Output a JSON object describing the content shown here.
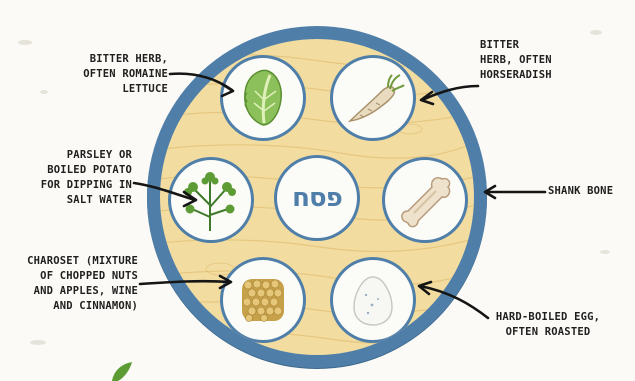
{
  "diagram": {
    "center_label": "פסח",
    "items": [
      {
        "id": "lettuce",
        "label": "BITTER HERB,\nOFTEN ROMAINE\nLETTUCE",
        "icon": "lettuce-icon"
      },
      {
        "id": "horseradish",
        "label": "BITTER\nHERB, OFTEN\nHORSERADISH",
        "icon": "horseradish-icon"
      },
      {
        "id": "parsley",
        "label": "PARSLEY OR\nBOILED POTATO\nFOR DIPPING IN\nSALT WATER",
        "icon": "parsley-icon"
      },
      {
        "id": "shank",
        "label": "SHANK BONE",
        "icon": "shank-bone-icon"
      },
      {
        "id": "charoset",
        "label": "CHAROSET (MIXTURE\nOF CHOPPED NUTS\nAND APPLES, WINE\nAND CINNAMON)",
        "icon": "charoset-icon"
      },
      {
        "id": "egg",
        "label": "HARD-BOILED EGG,\nOFTEN ROASTED",
        "icon": "egg-icon"
      }
    ]
  },
  "colors": {
    "plate_rim": "#4f7fa9",
    "plate_wood": "#f2dca0",
    "dish_bg": "#fbfbf8",
    "center_text": "#4f7fa9",
    "label_text": "#1f1f1f"
  }
}
